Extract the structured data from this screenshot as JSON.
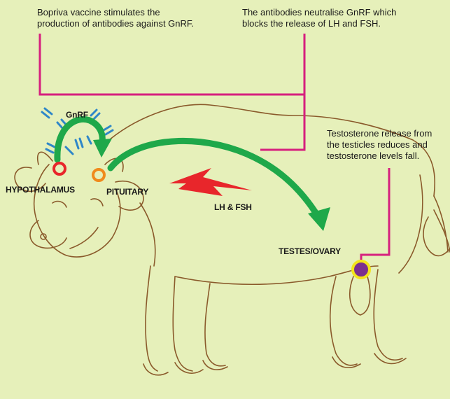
{
  "captions": {
    "vaccine": "Bopriva vaccine stimulates the\nproduction of antibodies against GnRF.",
    "antibodies": "The antibodies neutralise GnRF which\nblocks the release of LH and FSH.",
    "testosterone": "Testosterone release from\nthe testicles reduces and\ntestosterone levels fall."
  },
  "labels": {
    "gnrf": "GnRF",
    "hypothalamus": "HYPOTHALAMUS",
    "pituitary": "PITUITARY",
    "lh_fsh": "LH & FSH",
    "testes": "TESTES/OVARY"
  },
  "colors": {
    "background": "#e6f0ba",
    "connector": "#d6207e",
    "arrow": "#1fa84a",
    "lightning": "#e8262b",
    "outline": "#8a5a2b",
    "antibody": "#2f87c8",
    "hypothalamus_ring": "#e8262b",
    "pituitary_ring": "#f08a1c",
    "testes_ring": "#f2e41a",
    "testes_fill": "#7b2f8e"
  }
}
